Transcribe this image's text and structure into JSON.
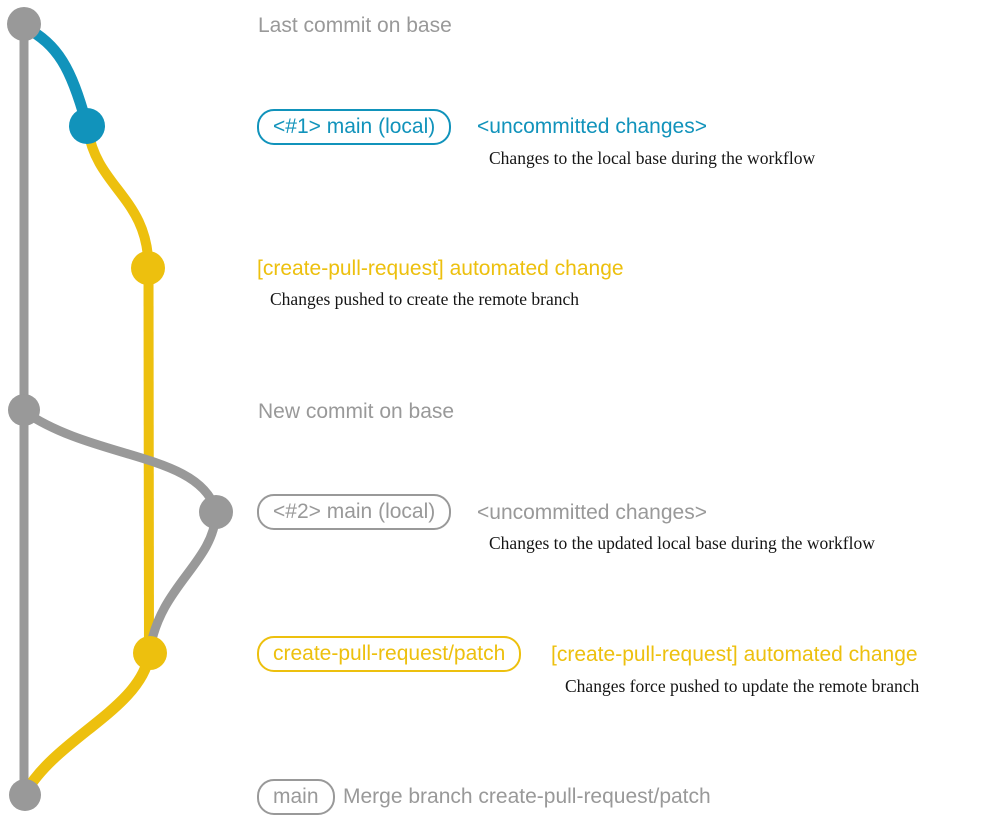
{
  "colors": {
    "background": "#ffffff",
    "gray": "#999999",
    "teal": "#1193bb",
    "yellow": "#edc00e",
    "ink": "#151515"
  },
  "graph": {
    "type": "git-graph",
    "branches": [
      {
        "name": "base",
        "color_key": "gray"
      },
      {
        "name": "main (local)",
        "color_key": "teal then yellow"
      },
      {
        "name": "create-pull-request/patch",
        "color_key": "yellow"
      }
    ],
    "commits": [
      {
        "node": "last-commit-on-base",
        "color_key": "gray"
      },
      {
        "node": "local-main-commit-1",
        "color_key": "teal"
      },
      {
        "node": "patch-commit-1",
        "color_key": "yellow"
      },
      {
        "node": "new-commit-on-base",
        "color_key": "gray"
      },
      {
        "node": "local-main-commit-2",
        "color_key": "gray"
      },
      {
        "node": "patch-commit-2-force-pushed",
        "color_key": "yellow"
      },
      {
        "node": "merge-commit-on-main",
        "color_key": "gray"
      }
    ]
  },
  "annotations": {
    "last_commit": {
      "title": "Last commit on base"
    },
    "commit1": {
      "badge": "<#1> main (local)",
      "title": "<uncommitted changes>",
      "desc": "Changes to the local base during the workflow"
    },
    "push1": {
      "title": "[create-pull-request] automated change",
      "desc": "Changes pushed to create the remote branch"
    },
    "new_commit": {
      "title": "New commit on base"
    },
    "commit2": {
      "badge": "<#2> main (local)",
      "title": "<uncommitted changes>",
      "desc": "Changes to the updated local base during the workflow"
    },
    "push2": {
      "badge": "create-pull-request/patch",
      "title": "[create-pull-request] automated change",
      "desc": "Changes force pushed to update the remote branch"
    },
    "merge": {
      "badge": "main",
      "title": "Merge branch create-pull-request/patch"
    }
  }
}
